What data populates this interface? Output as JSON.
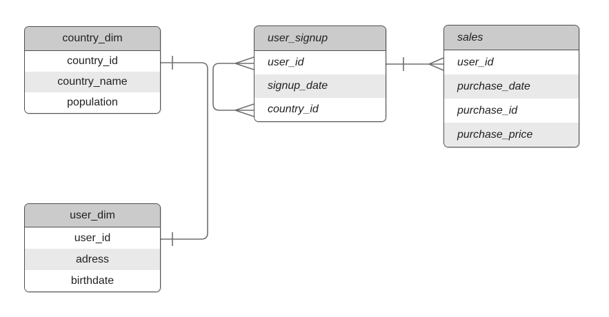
{
  "diagram": {
    "tables": [
      {
        "name": "country_dim",
        "style": "plain",
        "fields": [
          "country_id",
          "country_name",
          "population"
        ]
      },
      {
        "name": "user_signup",
        "style": "italic",
        "fields": [
          "user_id",
          "signup_date",
          "country_id"
        ]
      },
      {
        "name": "sales",
        "style": "italic",
        "fields": [
          "user_id",
          "purchase_date",
          "purchase_id",
          "purchase_price"
        ]
      },
      {
        "name": "user_dim",
        "style": "plain",
        "fields": [
          "user_id",
          "adress",
          "birthdate"
        ]
      }
    ],
    "relationships": [
      {
        "from_table": "country_dim",
        "from_field": "country_id",
        "from_cardinality": "one",
        "to_table": "user_signup",
        "to_field": "country_id",
        "to_cardinality": "many"
      },
      {
        "from_table": "user_dim",
        "from_field": "user_id",
        "from_cardinality": "one",
        "to_table": "user_signup",
        "to_field": "user_id",
        "to_cardinality": "many"
      },
      {
        "from_table": "user_signup",
        "from_field": "user_id",
        "from_cardinality": "one",
        "to_table": "sales",
        "to_field": "user_id",
        "to_cardinality": "many"
      }
    ],
    "notation": {
      "one": "single-tick",
      "many": "crow-foot"
    },
    "colors": {
      "header_fill": "#cbcbcb",
      "row_alt_fill": "#e9e9e9",
      "row_fill": "#ffffff",
      "border": "#4c4c4c",
      "connector": "#6e6e6e",
      "text": "#1f1f1f",
      "background": "#ffffff"
    }
  }
}
